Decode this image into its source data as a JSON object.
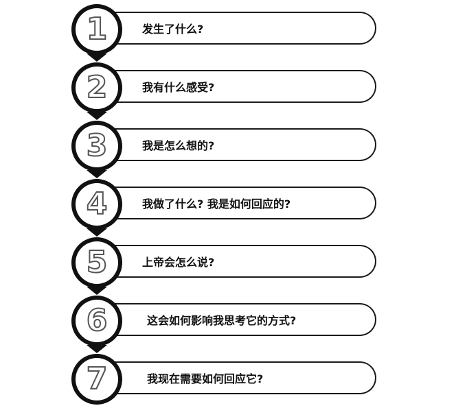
{
  "steps": [
    {
      "number": "1",
      "text": "发生了什么?"
    },
    {
      "number": "2",
      "text": "我有什么感受?"
    },
    {
      "number": "3",
      "text": "我是怎么想的?"
    },
    {
      "number": "4",
      "text": "我做了什么? 我是如何回应的?"
    },
    {
      "number": "5",
      "text": "上帝会怎么说?"
    },
    {
      "number": "6",
      "text": "这会如何影响我思考它的方式?"
    },
    {
      "number": "7",
      "text": "我现在需要如何回应它?"
    }
  ],
  "colors": {
    "outline": "#111111",
    "background": "#ffffff"
  }
}
